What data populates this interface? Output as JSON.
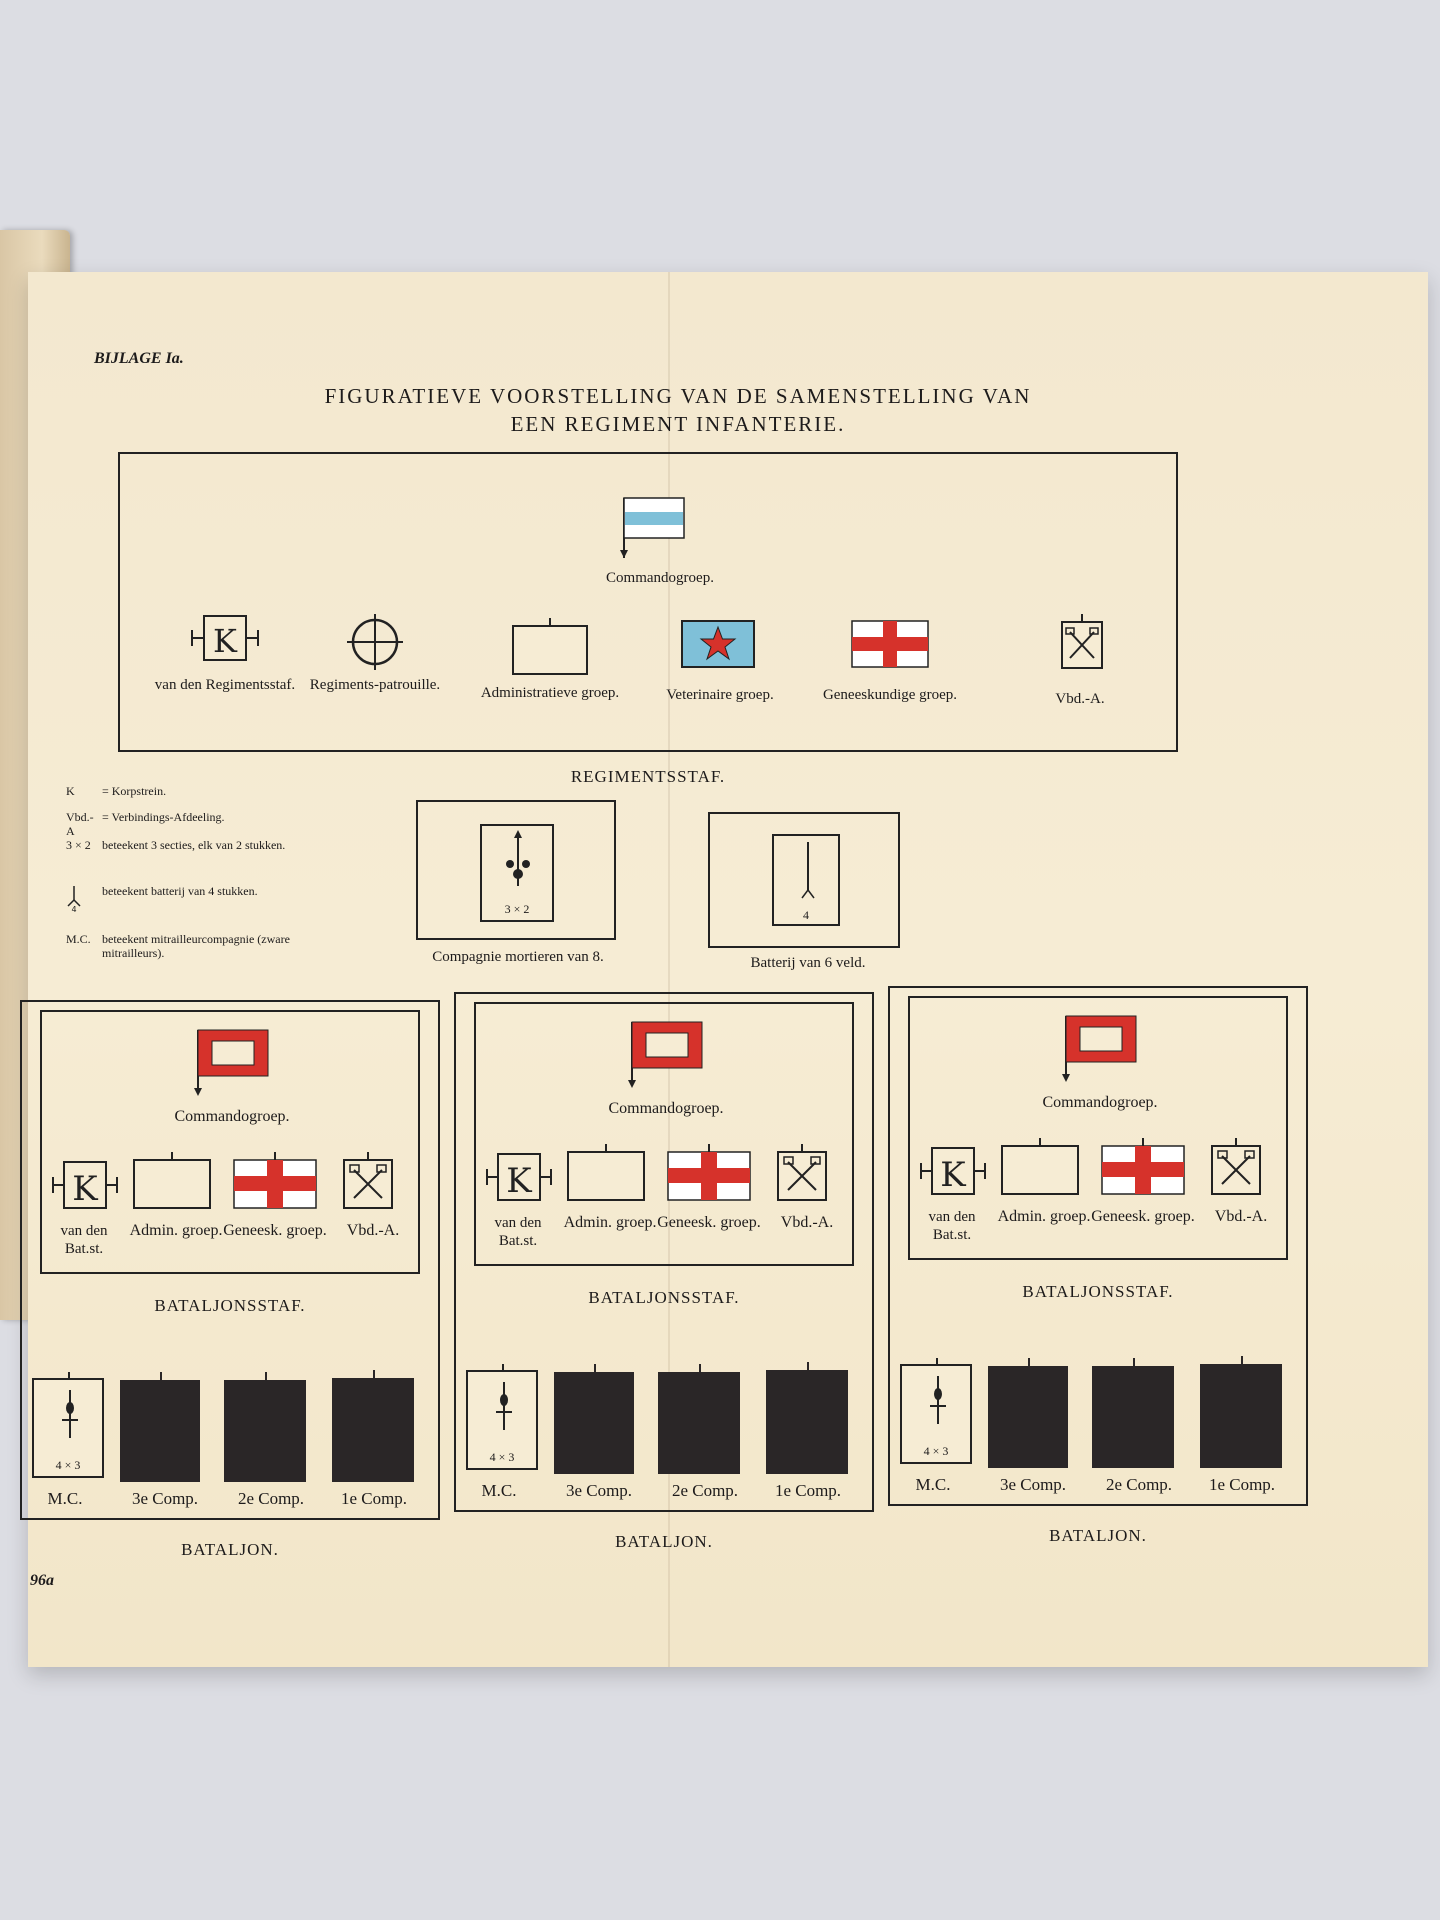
{
  "page_label": "BIJLAGE Ia.",
  "title_line1": "FIGURATIEVE VOORSTELLING VAN DE SAMENSTELLING VAN",
  "title_line2": "EEN REGIMENT INFANTERIE.",
  "regimentsstaf": {
    "commando": "Commandogroep.",
    "units": [
      {
        "label": "van den Regimentsstaf.",
        "icon": "korpstrein-k-icon"
      },
      {
        "label": "Regiments-patrouille.",
        "icon": "crosshair-icon"
      },
      {
        "label": "Administratieve groep.",
        "icon": "empty-flag-icon"
      },
      {
        "label": "Veterinaire groep.",
        "icon": "red-star-flag-icon"
      },
      {
        "label": "Geneeskundige groep.",
        "icon": "red-cross-flag-icon"
      },
      {
        "label": "Vbd.-A.",
        "icon": "crossed-flags-icon"
      }
    ],
    "heading": "REGIMENTSSTAF."
  },
  "legend": [
    {
      "key": "K",
      "text": "= Korpstrein."
    },
    {
      "key": "Vbd.-A",
      "text": "= Verbindings-Afdeeling."
    },
    {
      "key": "3 × 2",
      "text": "beteekent 3 secties, elk van 2 stukken."
    },
    {
      "key": "",
      "text": "beteekent batterij van 4 stukken."
    },
    {
      "key": "M.C.",
      "text": "beteekent mitrailleurcompagnie (zware mitrailleurs)."
    }
  ],
  "mortieren": {
    "label": "Compagnie mortieren van 8.",
    "code": "3 × 2"
  },
  "batterij": {
    "label": "Batterij van 6 veld.",
    "code": "4"
  },
  "bataljon": {
    "commando": "Commandogroep.",
    "units": [
      "van den Bat.st.",
      "Admin. groep.",
      "Geneesk. groep.",
      "Vbd.-A."
    ],
    "staf_heading": "BATALJONSSTAF.",
    "companies": [
      "M.C.",
      "3e Comp.",
      "2e Comp.",
      "1e Comp."
    ],
    "mc_code": "4 × 3",
    "heading": "BATALJON."
  },
  "page_number": "96a",
  "colors": {
    "red": "#d6322b",
    "blue": "#7fc0d8",
    "paper": "#f5ebd2",
    "ink": "#1d1b1b"
  }
}
